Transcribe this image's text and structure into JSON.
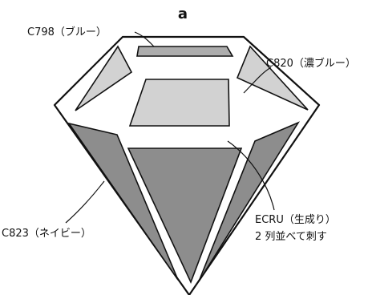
{
  "figure": {
    "panel_letter": "a",
    "colors": {
      "blue": "#adadad",
      "dark_blue": "#d2d2d2",
      "navy": "#8d8d8d",
      "ecru_stitch": "#ffffff",
      "outline": "#111111"
    },
    "labels": {
      "top_blue": "C798（ブルー）",
      "right_dark_blue": "C820（濃ブルー）",
      "left_navy": "C823（ネイビー）",
      "ecru_line1": "ECRU（生成り）",
      "ecru_line2": "2 列並べて刺す"
    }
  }
}
